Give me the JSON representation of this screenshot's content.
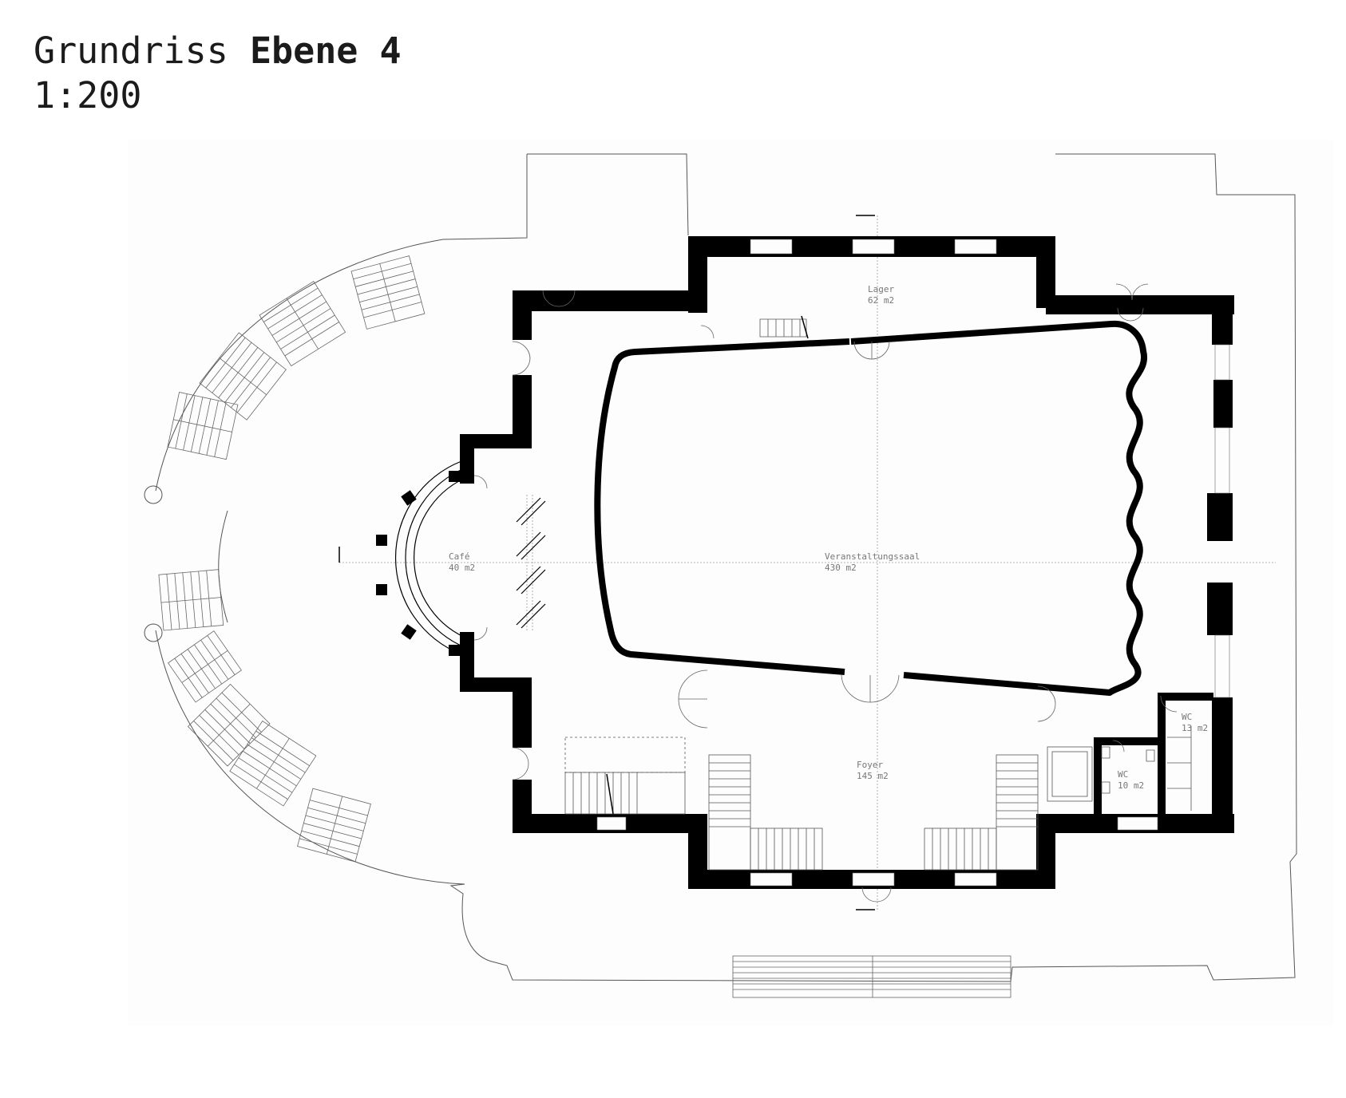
{
  "title": {
    "prefix": "Grundriss",
    "level": "Ebene 4",
    "scale": "1:200"
  },
  "rooms": [
    {
      "id": "lager",
      "name": "Lager",
      "area": "62 m2"
    },
    {
      "id": "cafe",
      "name": "Café",
      "area": "40 m2"
    },
    {
      "id": "saal",
      "name": "Veranstaltungssaal",
      "area": "430 m2"
    },
    {
      "id": "foyer",
      "name": "Foyer",
      "area": "145 m2"
    },
    {
      "id": "wc1",
      "name": "WC",
      "area": "13 m2"
    },
    {
      "id": "wc2",
      "name": "WC",
      "area": "10 m2"
    }
  ],
  "colors": {
    "wall": "#000000",
    "line": "#555555",
    "label": "#777777",
    "background": "#fdfdfd"
  }
}
